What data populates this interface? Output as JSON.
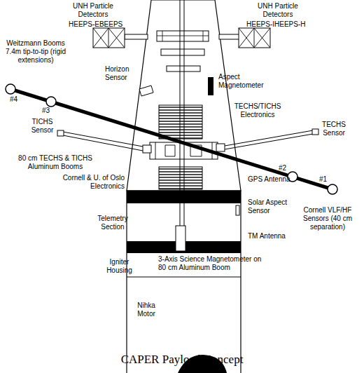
{
  "diagram": {
    "caption": "CAPER Payload Concept",
    "labels": [
      "UNH Particle Detectors",
      "HEEPS-EBEEPS",
      "UNH Particle Detectors",
      "HEEPS-IHEEPS-H",
      "Weitzmann Booms 7.4m tip-to-tip (rigid extensions)",
      "Horizon Sensor",
      "Aspect Magnetometer",
      "#4",
      "#3",
      "TECHS/TICHS Electronics",
      "TICHS Sensor",
      "TECHS Sensor",
      "80 cm TECHS & TICHS Aluminum Booms",
      "Cornell & U. of Oslo Electronics",
      "GPS Antenna",
      "#2",
      "#1",
      "Solar Aspect Sensor",
      "Cornell VLF/HF Sensors (40 cm separation)",
      "Telemetry Section",
      "TM Antenna",
      "3-Axis Science Magnetometer on 80 cm Aluminum Boom",
      "Igniter Housing",
      "Nihka Motor"
    ]
  }
}
